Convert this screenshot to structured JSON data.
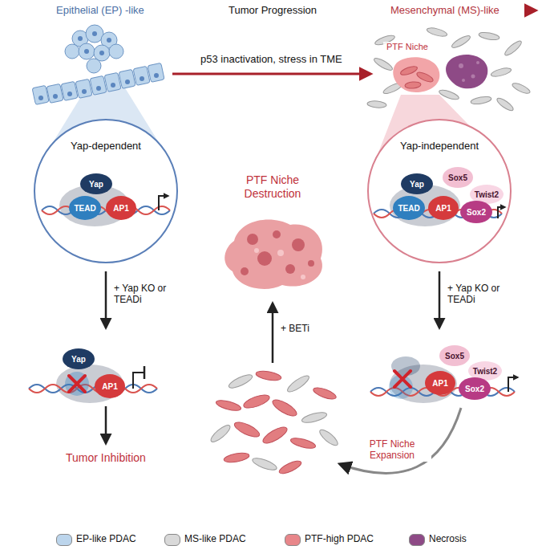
{
  "diagram": {
    "title": "Tumor Progression",
    "nodes": [
      {
        "text": [
          "Yap-dependent"
        ]
      },
      {
        "text": [
          "Yap"
        ],
        "in": 0
      },
      {
        "text": [
          "TEAD"
        ],
        "in": 0
      },
      {
        "text": [
          "AP1"
        ],
        "in": 0
      },
      {
        "text": [
          "Yap-independent"
        ]
      },
      {
        "text": [
          "Yap"
        ],
        "in": 4
      },
      {
        "text": [
          "Sox5"
        ],
        "in": 4
      },
      {
        "text": [
          "Twist2"
        ],
        "in": 4
      },
      {
        "text": [
          "TEAD"
        ],
        "in": 4
      },
      {
        "text": [
          "AP1"
        ],
        "in": 4
      },
      {
        "text": [
          "Sox2"
        ],
        "in": 4
      },
      {
        "text": [
          "Yap"
        ]
      },
      {
        "text": [
          "AP1"
        ]
      },
      {
        "text": [
          "Sox5"
        ]
      },
      {
        "text": [
          "Twist2"
        ]
      },
      {
        "text": [
          "AP1"
        ]
      },
      {
        "text": [
          "Sox2"
        ]
      }
    ],
    "labels": [
      "Epithelial (EP) -like",
      "Mesenchymal (MS)-like",
      "p53 inactivation, stress in TME",
      "PTF Niche",
      "+ Yap KO or TEADi",
      "+ Yap KO or TEADi",
      "Tumor Inhibition",
      "PTF Niche Destruction",
      "+ BETi",
      "PTF Niche Expansion"
    ],
    "legend": [
      {
        "text": "EP-like PDAC",
        "color": "#bcd5ec"
      },
      {
        "text": "MS-like PDAC",
        "color": "#d9d9d9"
      },
      {
        "text": "PTF-high PDAC",
        "color": "#e8868a"
      },
      {
        "text": "Necrosis",
        "color": "#8e4a86"
      }
    ]
  }
}
